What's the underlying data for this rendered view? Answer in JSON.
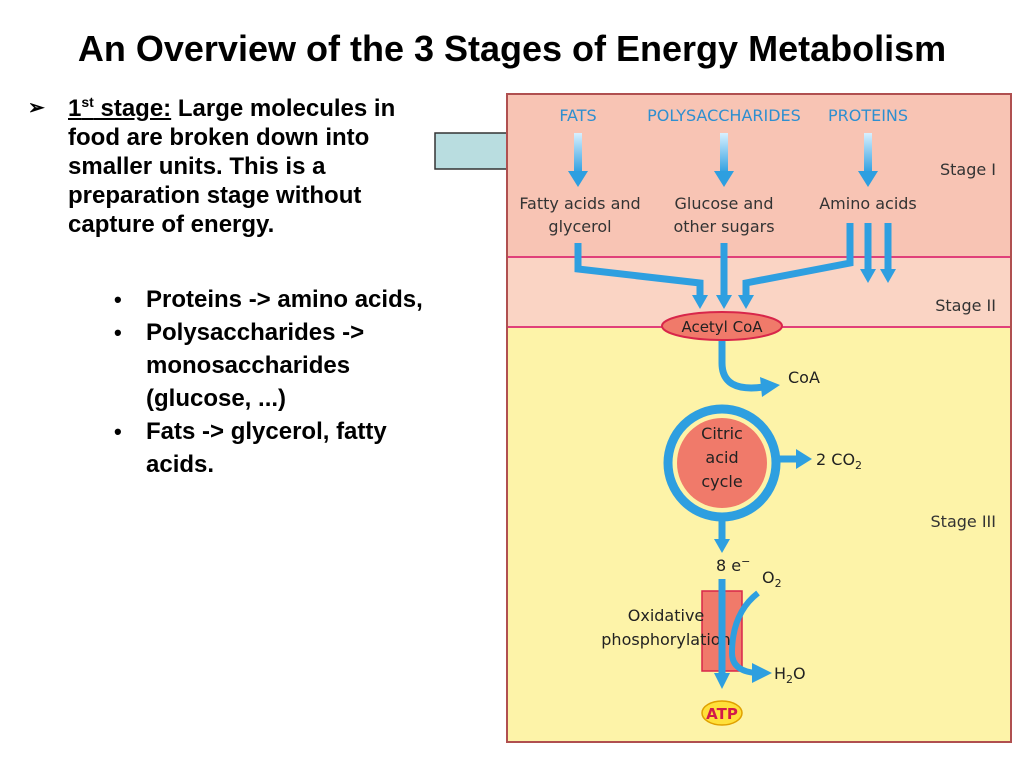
{
  "title": "An Overview of the 3 Stages of Energy Metabolism",
  "main_point": {
    "stage_number": "1",
    "stage_suffix": "st",
    "stage_word": " stage:",
    "text": " Large molecules in food are broken down into smaller units. This is a preparation stage without capture of energy."
  },
  "sub_bullets": [
    "Proteins -> amino acids,",
    "Polysaccharides -> monosaccharides (glucose, ...)",
    "Fats -> glycerol, fatty acids."
  ],
  "diagram": {
    "sources": [
      "FATS",
      "POLYSACCHARIDES",
      "PROTEINS"
    ],
    "products": [
      [
        "Fatty acids and",
        "glycerol"
      ],
      [
        "Glucose and",
        "other sugars"
      ],
      [
        "Amino acids"
      ]
    ],
    "stage_labels": [
      "Stage I",
      "Stage II",
      "Stage III"
    ],
    "acetyl_coa": "Acetyl CoA",
    "coa": "CoA",
    "cycle": [
      "Citric",
      "acid",
      "cycle"
    ],
    "co2": "2 CO",
    "co2_sub": "2",
    "electrons": "8 e",
    "electrons_sup": "−",
    "o2": "O",
    "o2_sub": "2",
    "oxphos": [
      "Oxidative",
      "phosphorylation"
    ],
    "h2o_h": "H",
    "h2o_sub": "2",
    "h2o_o": "O",
    "atp": "ATP"
  },
  "colors": {
    "stage1_bg": "#f8c4b4",
    "stage2_bg": "#fad4c4",
    "stage3_bg": "#fdf3a8",
    "arrow_blue": "#2e9fe0",
    "source_text": "#2e8fd0",
    "oval_fill": "#f07a6a",
    "oval_stroke": "#d8264a",
    "divider": "#e0407a",
    "pointer_fill": "#b9dde0"
  }
}
